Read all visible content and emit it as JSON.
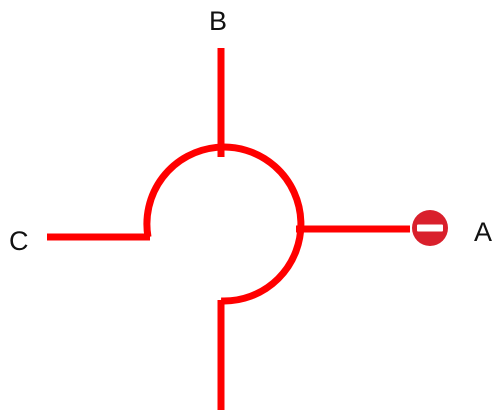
{
  "diagram": {
    "labels": {
      "a": "A",
      "b": "B",
      "c": "C"
    },
    "exit_a_sign": {
      "icon": "no-entry-icon",
      "meaning": "No entry"
    }
  },
  "colors": {
    "road": "#ff0000",
    "no_entry_sign": "#d9202c",
    "no_entry_bar": "#ffffff",
    "label_text": "#111111",
    "background": "#ffffff"
  }
}
